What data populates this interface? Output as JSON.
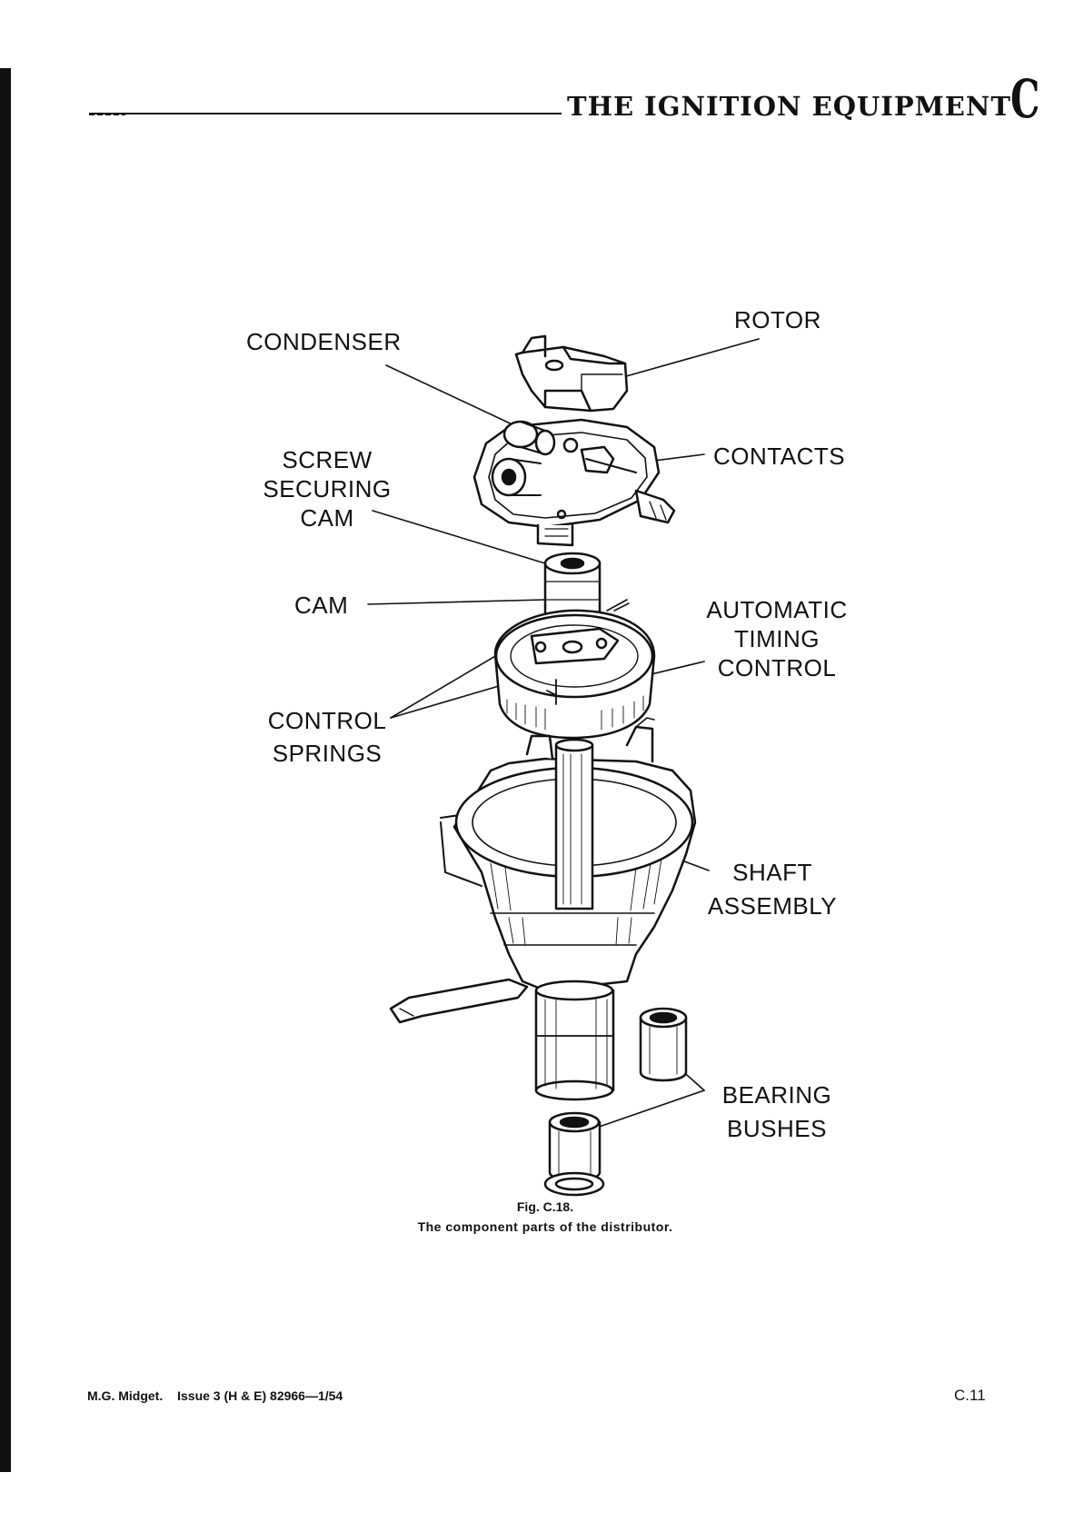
{
  "header": {
    "title": "THE IGNITION EQUIPMENT",
    "section_letter": "C"
  },
  "figure": {
    "labels": {
      "rotor": "ROTOR",
      "condenser": "CONDENSER",
      "contacts": "CONTACTS",
      "screw_line1": "SCREW",
      "screw_line2": "SECURING",
      "screw_line3": "CAM",
      "cam": "CAM",
      "atc_line1": "AUTOMATIC",
      "atc_line2": "TIMING",
      "atc_line3": "CONTROL",
      "springs_line1": "CONTROL",
      "springs_line2": "SPRINGS",
      "shaft_line1": "SHAFT",
      "shaft_line2": "ASSEMBLY",
      "bushes_line1": "BEARING",
      "bushes_line2": "BUSHES"
    },
    "number": "Fig. C.18.",
    "caption": "The component parts of the distributor."
  },
  "footer": {
    "publication": "M.G. Midget.",
    "issue": "Issue 3 (H & E) 82966—1/54",
    "page_number": "C.11"
  }
}
